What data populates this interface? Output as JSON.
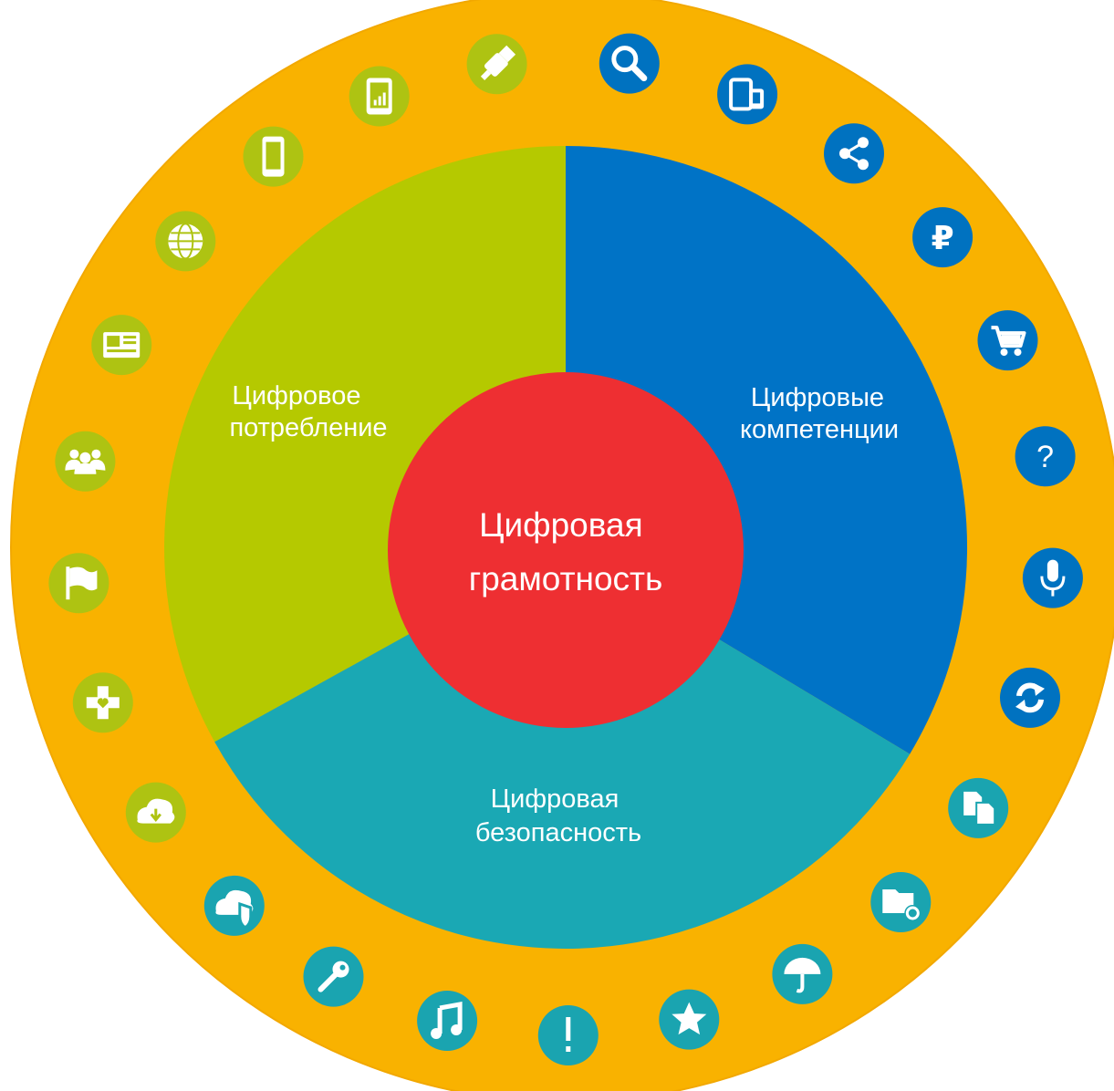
{
  "colors": {
    "ring": "#F9B200",
    "ring_edge": "#F2A800",
    "consumption": "#B5C900",
    "competencies": "#0073C6",
    "security": "#1AA8B4",
    "center": "#EE2F32",
    "icon_green": "#AEC312",
    "icon_blue": "#0072C0",
    "icon_teal": "#1AA4B0",
    "text": "#ffffff"
  },
  "center": {
    "line1": "Цифровая",
    "line2": "грамотность"
  },
  "sectors": [
    {
      "id": "consumption",
      "line1": "Цифровое",
      "line2": "потребление"
    },
    {
      "id": "competencies",
      "line1": "Цифровые",
      "line2": "компетенции"
    },
    {
      "id": "security",
      "line1": "Цифровая",
      "line2": "безопасность"
    }
  ],
  "icons": [
    {
      "name": "search-icon",
      "group": "blue",
      "glyph": "search"
    },
    {
      "name": "devices-icon",
      "group": "blue",
      "glyph": "devices"
    },
    {
      "name": "share-icon",
      "group": "blue",
      "glyph": "share"
    },
    {
      "name": "ruble-icon",
      "group": "blue",
      "glyph": "ruble"
    },
    {
      "name": "cart-icon",
      "group": "blue",
      "glyph": "cart"
    },
    {
      "name": "question-icon",
      "group": "blue",
      "glyph": "question"
    },
    {
      "name": "microphone-icon",
      "group": "blue",
      "glyph": "mic"
    },
    {
      "name": "refresh-icon",
      "group": "blue",
      "glyph": "refresh"
    },
    {
      "name": "copy-icon",
      "group": "teal",
      "glyph": "copy"
    },
    {
      "name": "folder-settings-icon",
      "group": "teal",
      "glyph": "folder"
    },
    {
      "name": "umbrella-icon",
      "group": "teal",
      "glyph": "umbrella"
    },
    {
      "name": "star-icon",
      "group": "teal",
      "glyph": "star"
    },
    {
      "name": "exclamation-icon",
      "group": "teal",
      "glyph": "exclaim"
    },
    {
      "name": "music-icon",
      "group": "teal",
      "glyph": "music"
    },
    {
      "name": "key-icon",
      "group": "teal",
      "glyph": "key"
    },
    {
      "name": "cloud-shield-icon",
      "group": "teal",
      "glyph": "cloudshield"
    },
    {
      "name": "cloud-download-icon",
      "group": "green",
      "glyph": "clouddown"
    },
    {
      "name": "medical-cross-icon",
      "group": "green",
      "glyph": "medcross"
    },
    {
      "name": "flag-icon",
      "group": "green",
      "glyph": "flag"
    },
    {
      "name": "users-icon",
      "group": "green",
      "glyph": "users"
    },
    {
      "name": "news-icon",
      "group": "green",
      "glyph": "news"
    },
    {
      "name": "globe-icon",
      "group": "green",
      "glyph": "globe"
    },
    {
      "name": "smartphone-icon",
      "group": "green",
      "glyph": "phone"
    },
    {
      "name": "tablet-signal-icon",
      "group": "green",
      "glyph": "tablet"
    },
    {
      "name": "usb-icon",
      "group": "green",
      "glyph": "usb"
    }
  ]
}
